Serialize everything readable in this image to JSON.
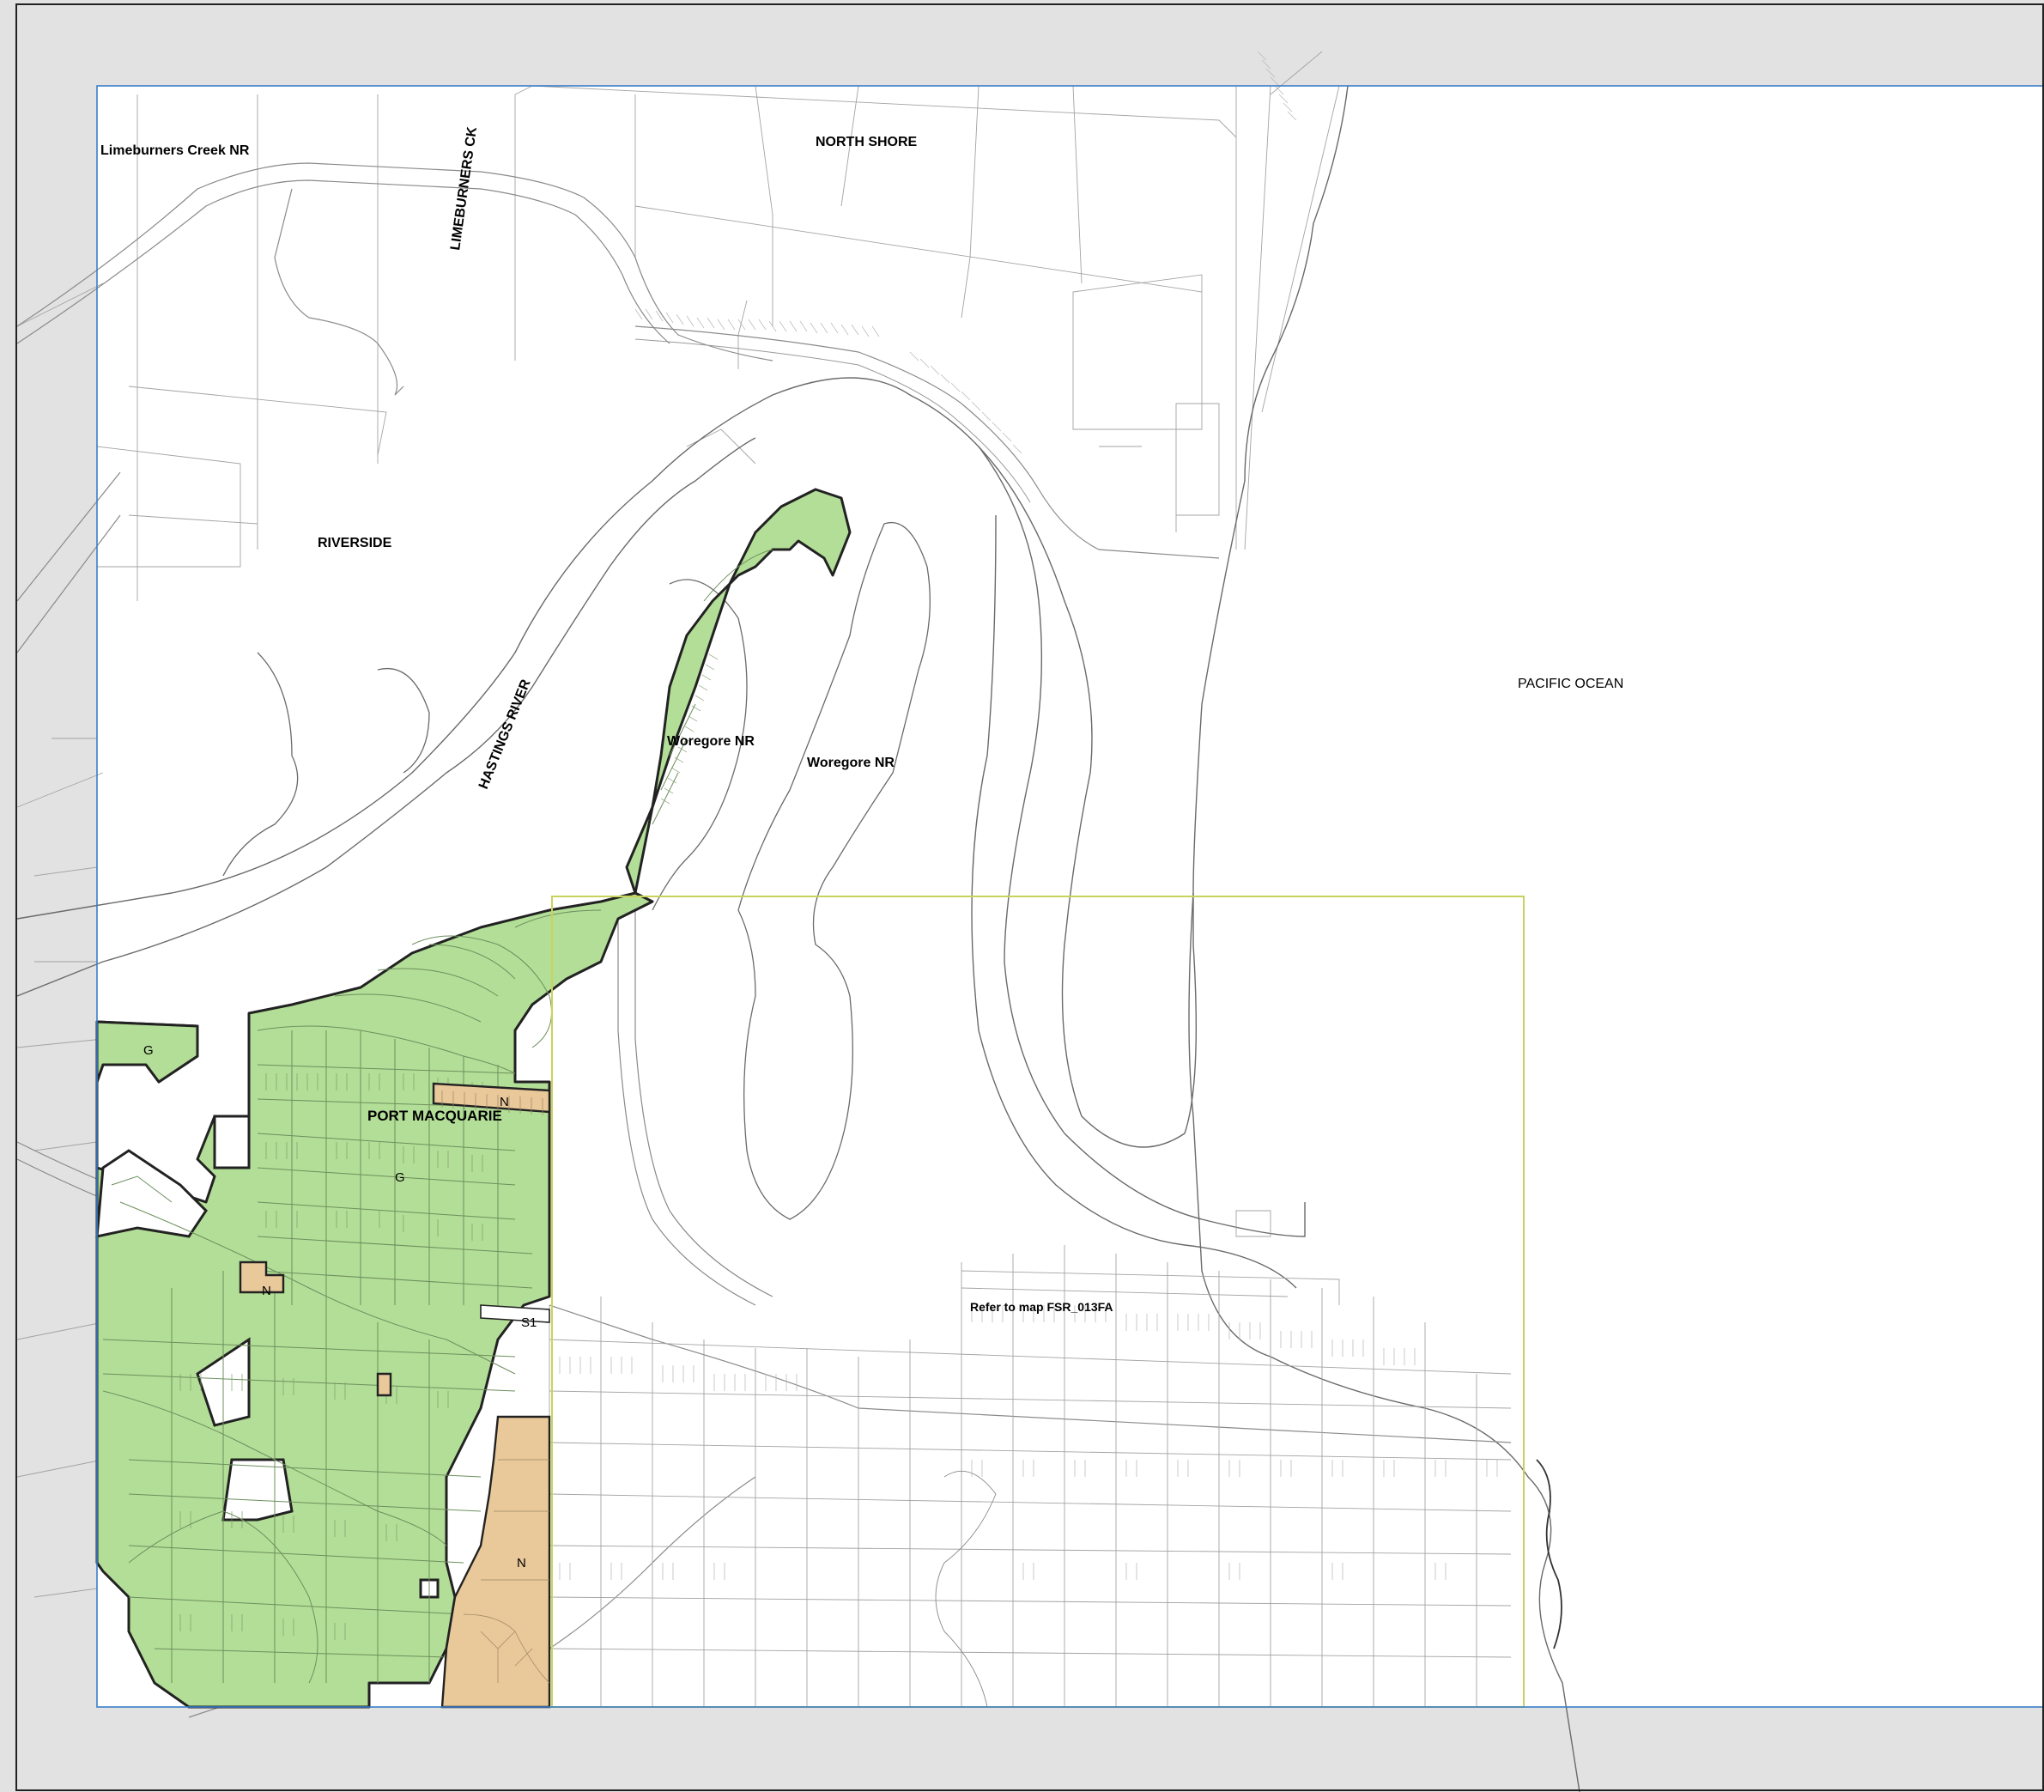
{
  "map": {
    "place_labels": {
      "limeburners_creek_nr": "Limeburners Creek NR",
      "north_shore": "NORTH SHORE",
      "limeburners_ck": "LIMEBURNERS CK",
      "riverside": "RIVERSIDE",
      "hastings_river": "HASTINGS RIVER",
      "woregore_nr_1": "Woregore NR",
      "woregore_nr_2": "Woregore NR",
      "pacific_ocean": "PACIFIC OCEAN",
      "port_macquarie": "PORT MACQUARIE",
      "refer_note": "Refer to map FSR_013FA"
    },
    "zone_codes": {
      "g_west": "G",
      "g_main": "G",
      "n_strip": "N",
      "n_small": "N",
      "n_east": "N",
      "s1": "S1"
    },
    "colors": {
      "zone_g_fill": "#b3de97",
      "zone_n_fill": "#e9c89a",
      "outside_band": "#e2e2e2",
      "map_frame": "#3a7dc9",
      "inset_frame": "#c9d35b",
      "river": "#ffffff"
    }
  }
}
